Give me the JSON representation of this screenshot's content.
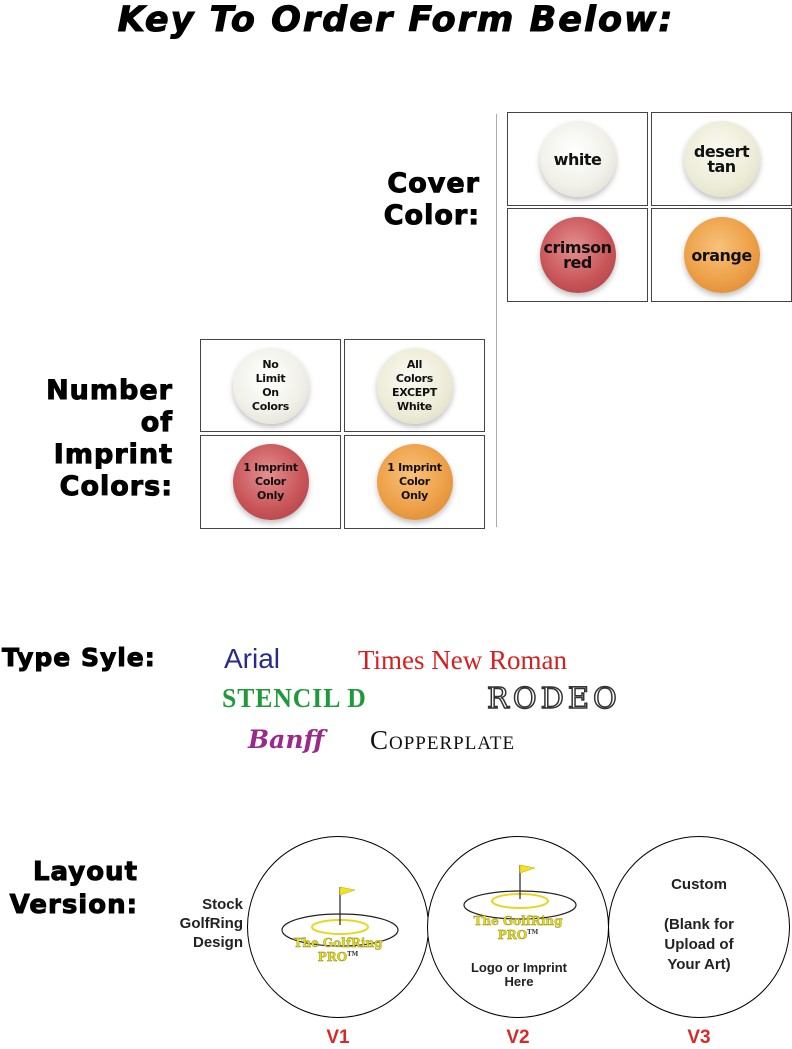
{
  "title": "Key To Order Form Below:",
  "cover_color": {
    "label_line1": "Cover",
    "label_line2": "Color:",
    "options": [
      {
        "text": "white"
      },
      {
        "text_line1": "desert",
        "text_line2": "tan"
      },
      {
        "text_line1": "crimson",
        "text_line2": "red"
      },
      {
        "text": "orange"
      }
    ]
  },
  "imprint_colors": {
    "label_line1": "Number",
    "label_line2": "of",
    "label_line3": "Imprint",
    "label_line4": "Colors:",
    "options": [
      {
        "lines": [
          "No",
          "Limit",
          "On",
          "Colors"
        ]
      },
      {
        "lines": [
          "All",
          "Colors",
          "EXCEPT",
          "White"
        ]
      },
      {
        "lines": [
          "1 Imprint",
          "Color",
          "Only"
        ]
      },
      {
        "lines": [
          "1 Imprint",
          "Color",
          "Only"
        ]
      }
    ]
  },
  "type_style": {
    "label": "Type Syle:",
    "fonts": {
      "arial": "Arial",
      "times": "Times New Roman",
      "stencil": "STENCIL D",
      "rodeo": "RODEO",
      "banff": "Banff",
      "copperplate": "Copperplate"
    },
    "colors": {
      "arial": "#2a2a8a",
      "times": "#d61f1f",
      "stencil": "#1f9a3a",
      "banff": "#9a2a8a"
    }
  },
  "layout_version": {
    "label_line1": "Layout",
    "label_line2": "Version:",
    "stock_line1": "Stock",
    "stock_line2": "GolfRing",
    "stock_line3": "Design",
    "logo_line1": "The GolfRing",
    "logo_line2": "PRO",
    "logo_tm": "TM",
    "v2_line1": "Logo or Imprint",
    "v2_line2": "Here",
    "v3_line1": "Custom",
    "v3_line2": "(Blank for",
    "v3_line3": "Upload of",
    "v3_line4": "Your Art)",
    "versions": [
      "V1",
      "V2",
      "V3"
    ]
  }
}
